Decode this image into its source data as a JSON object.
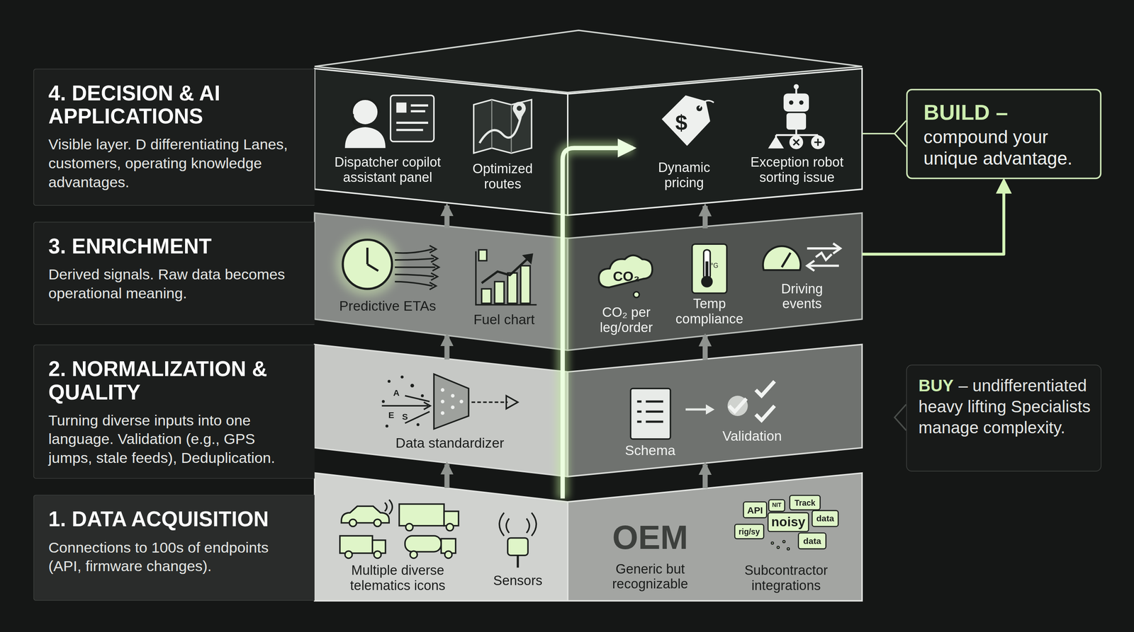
{
  "diagram": {
    "nodes": [
      {
        "text": [
          "4. DECISION & AI APPLICATIONS",
          "Visible layer. D differentiating Lanes, customers, operating knowledge advantages."
        ]
      },
      {
        "text": [
          "3. ENRICHMENT",
          "Derived signals. Raw data becomes operational meaning."
        ]
      },
      {
        "text": [
          "2. NORMALIZATION & QUALITY",
          "Turning diverse inputs into one language. Validation (e.g., GPS jumps, stale feeds), Deduplication."
        ]
      },
      {
        "text": [
          "1. DATA ACQUISITION",
          "Connections to 100s of endpoints (API, firmware changes)."
        ]
      },
      {
        "text": [
          "Dispatcher copilot assistant panel",
          "Optimized routes",
          "Dynamic pricing",
          "Exception robot sorting issue"
        ]
      },
      {
        "text": [
          "Predictive ETAs",
          "Fuel chart",
          "CO₂ per leg/order",
          "Temp compliance",
          "Driving events"
        ]
      },
      {
        "text": [
          "Data standardizer",
          "Schema",
          "Validation"
        ]
      },
      {
        "text": [
          "Multiple diverse telematics icons",
          "Sensors",
          "OEM",
          "Generic but recognizable",
          "Subcontractor integrations"
        ]
      },
      {
        "text": [
          "BUILD –",
          "compound your unique advantage."
        ]
      },
      {
        "text": [
          "BUY",
          "– undifferentiated heavy lifting Specialists manage complexity."
        ]
      }
    ],
    "edges": [
      {
        "from": 7,
        "to": 6,
        "arrow": "to"
      },
      {
        "from": 7,
        "to": 6,
        "arrow": "to"
      },
      {
        "from": 6,
        "to": 5,
        "arrow": "to"
      },
      {
        "from": 6,
        "to": 5,
        "arrow": "to"
      },
      {
        "from": 5,
        "to": 4,
        "arrow": "to"
      },
      {
        "from": 5,
        "to": 4,
        "arrow": "to"
      },
      {
        "from": 7,
        "to": 4,
        "arrow": "to"
      },
      {
        "from": 5,
        "to": 8,
        "arrow": "to"
      },
      {
        "from": 4,
        "to": 8,
        "arrow": "none"
      }
    ],
    "labels": [
      "A",
      "E",
      "S",
      "$",
      "CO₂",
      "°G",
      "API",
      "NIT",
      "Track",
      "noisy",
      "data",
      "rig/sy",
      "data"
    ]
  }
}
